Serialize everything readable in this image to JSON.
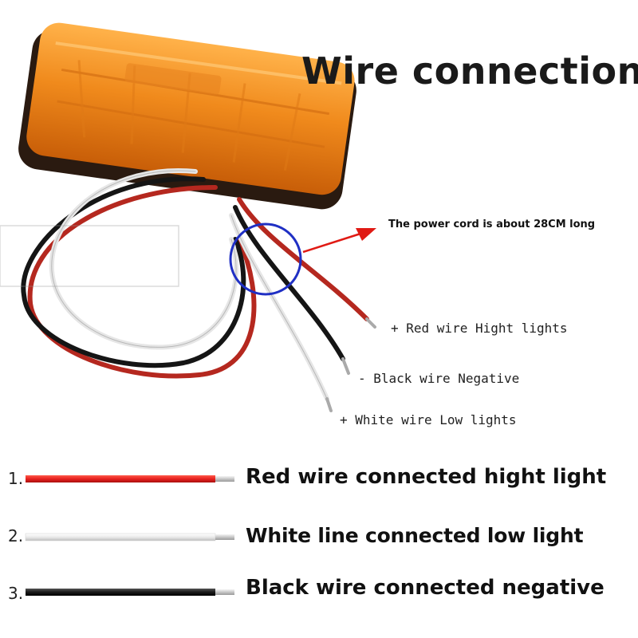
{
  "title": "Wire connection",
  "cord_note": "The power cord is about 28CM long",
  "wire_labels": {
    "red": "+ Red wire Hight lights",
    "black": "- Black wire Negative",
    "white": "+ White wire Low lights"
  },
  "legend": [
    {
      "number": "1.",
      "text": "Red  wire connected  hight  light",
      "color": "#e8211f"
    },
    {
      "number": "2.",
      "text": "White  line  connected  low  light",
      "color": "#f0f0f0"
    },
    {
      "number": "3.",
      "text": "Black wire connected  negative",
      "color": "#1a1a1a"
    }
  ],
  "colors": {
    "lamp_lens": "#f08a1c",
    "lamp_base": "#2a1a10",
    "wire_red": "#b5281f",
    "wire_black": "#151515",
    "wire_white": "#e6e6e6",
    "highlight_circle": "#1f2fc4",
    "arrow": "#e01a14"
  }
}
